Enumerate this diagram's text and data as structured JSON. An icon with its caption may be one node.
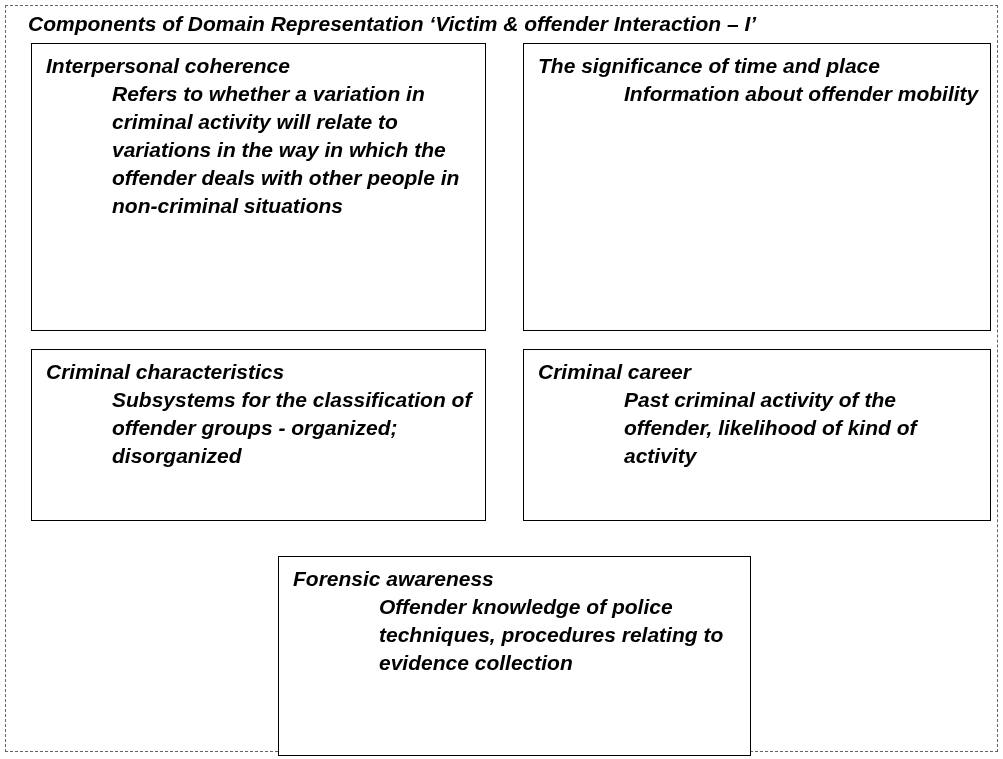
{
  "diagram": {
    "nodes": [
      {
        "text": [
          "Components of Domain Representation ‘Victim & offender Interaction – I’"
        ]
      },
      {
        "text": [
          "Interpersonal coherence",
          "Refers to whether a variation in criminal activity will relate to variations in the way in which the offender deals with other people in non-criminal situations"
        ],
        "in": 0
      },
      {
        "text": [
          "The significance of time and place",
          "Information about offender mobility"
        ],
        "in": 0
      },
      {
        "text": [
          "Criminal characteristics",
          "Subsystems for the classification of offender groups - organized; disorganized"
        ],
        "in": 0
      },
      {
        "text": [
          "Criminal career",
          "Past criminal activity of the offender, likelihood of kind of activity"
        ],
        "in": 0
      },
      {
        "text": [
          "Forensic awareness",
          "Offender knowledge of police techniques, procedures relating to evidence collection"
        ],
        "in": 0
      }
    ]
  }
}
